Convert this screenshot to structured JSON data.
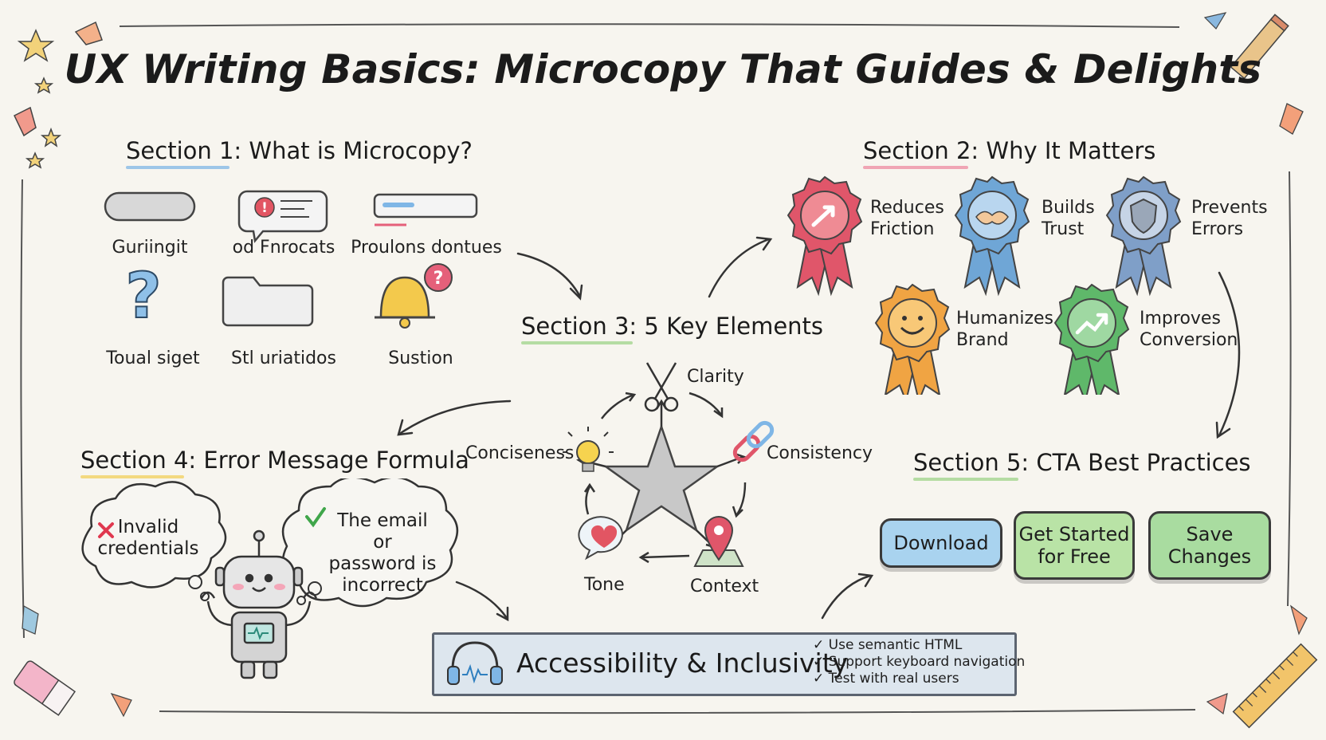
{
  "title": "UX Writing Basics: Microcopy That Guides & Delights",
  "section1": {
    "heading": "Section 1: What is Microcopy?",
    "items": [
      "Guriingit",
      "od Fnrocats",
      "Proulons dontues",
      "Toual siget",
      "Stl uriatidos",
      "Sustion"
    ]
  },
  "section2": {
    "heading": "Section 2: Why It Matters",
    "badges": [
      {
        "line1": "Reduces",
        "line2": "Friction",
        "color": "#e0566a"
      },
      {
        "line1": "Builds",
        "line2": "Trust",
        "color": "#6fa6d6"
      },
      {
        "line1": "Prevents",
        "line2": "Errors",
        "color": "#7f9fc8"
      },
      {
        "line1": "Humanizes",
        "line2": "Brand",
        "color": "#f0a443"
      },
      {
        "line1": "Improves",
        "line2": "Conversion",
        "color": "#5fb86a"
      }
    ]
  },
  "section3": {
    "heading": "Section 3: 5 Key Elements",
    "elements": [
      "Clarity",
      "Consistency",
      "Context",
      "Tone",
      "Conciseness"
    ]
  },
  "section4": {
    "heading": "Section 4: Error Message Formula",
    "bad_message": "Invalid credentials",
    "good_message": "The email or password is incorrect"
  },
  "section5": {
    "heading": "Section 5: CTA Best Practices",
    "buttons": [
      {
        "label": "Download",
        "color": "#a9d3ef"
      },
      {
        "label": "Get Started for Free",
        "color": "#b9e3a6"
      },
      {
        "label": "Save Changes",
        "color": "#a9dca0"
      }
    ]
  },
  "accessibility": {
    "title": "Accessibility & Inclusivity",
    "checks": [
      "Use semantic HTML",
      "Support keyboard navigation",
      "Test with real users"
    ]
  },
  "colors": {
    "underline_blue": "#7fb6e6",
    "underline_pink": "#ee8aa0",
    "underline_green": "#9fd38a",
    "underline_yellow": "#f2cf5b"
  }
}
